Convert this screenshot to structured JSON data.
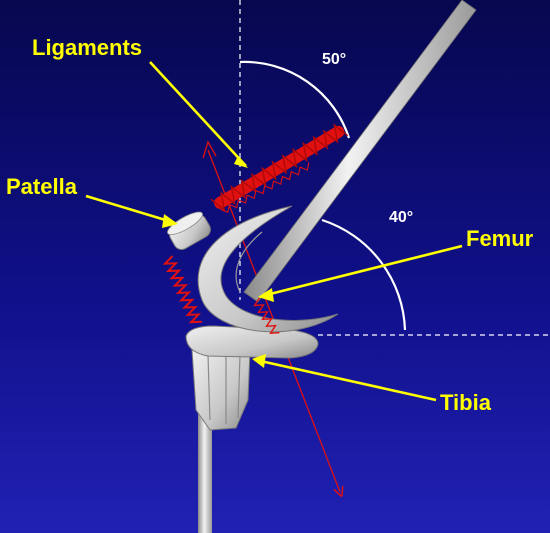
{
  "labels": {
    "ligaments": "Ligaments",
    "patella": "Patella",
    "femur": "Femur",
    "tibia": "Tibia",
    "angle_upper": "50°",
    "angle_lower": "40°"
  },
  "colors": {
    "background_top": "#0a0a60",
    "background_bottom": "#1e1ea8",
    "callout_text": "#ffff00",
    "leader_line": "#ffff00",
    "ligament": "#e01010",
    "bone": "#d8d8d8",
    "guide_line": "#ffffff"
  }
}
